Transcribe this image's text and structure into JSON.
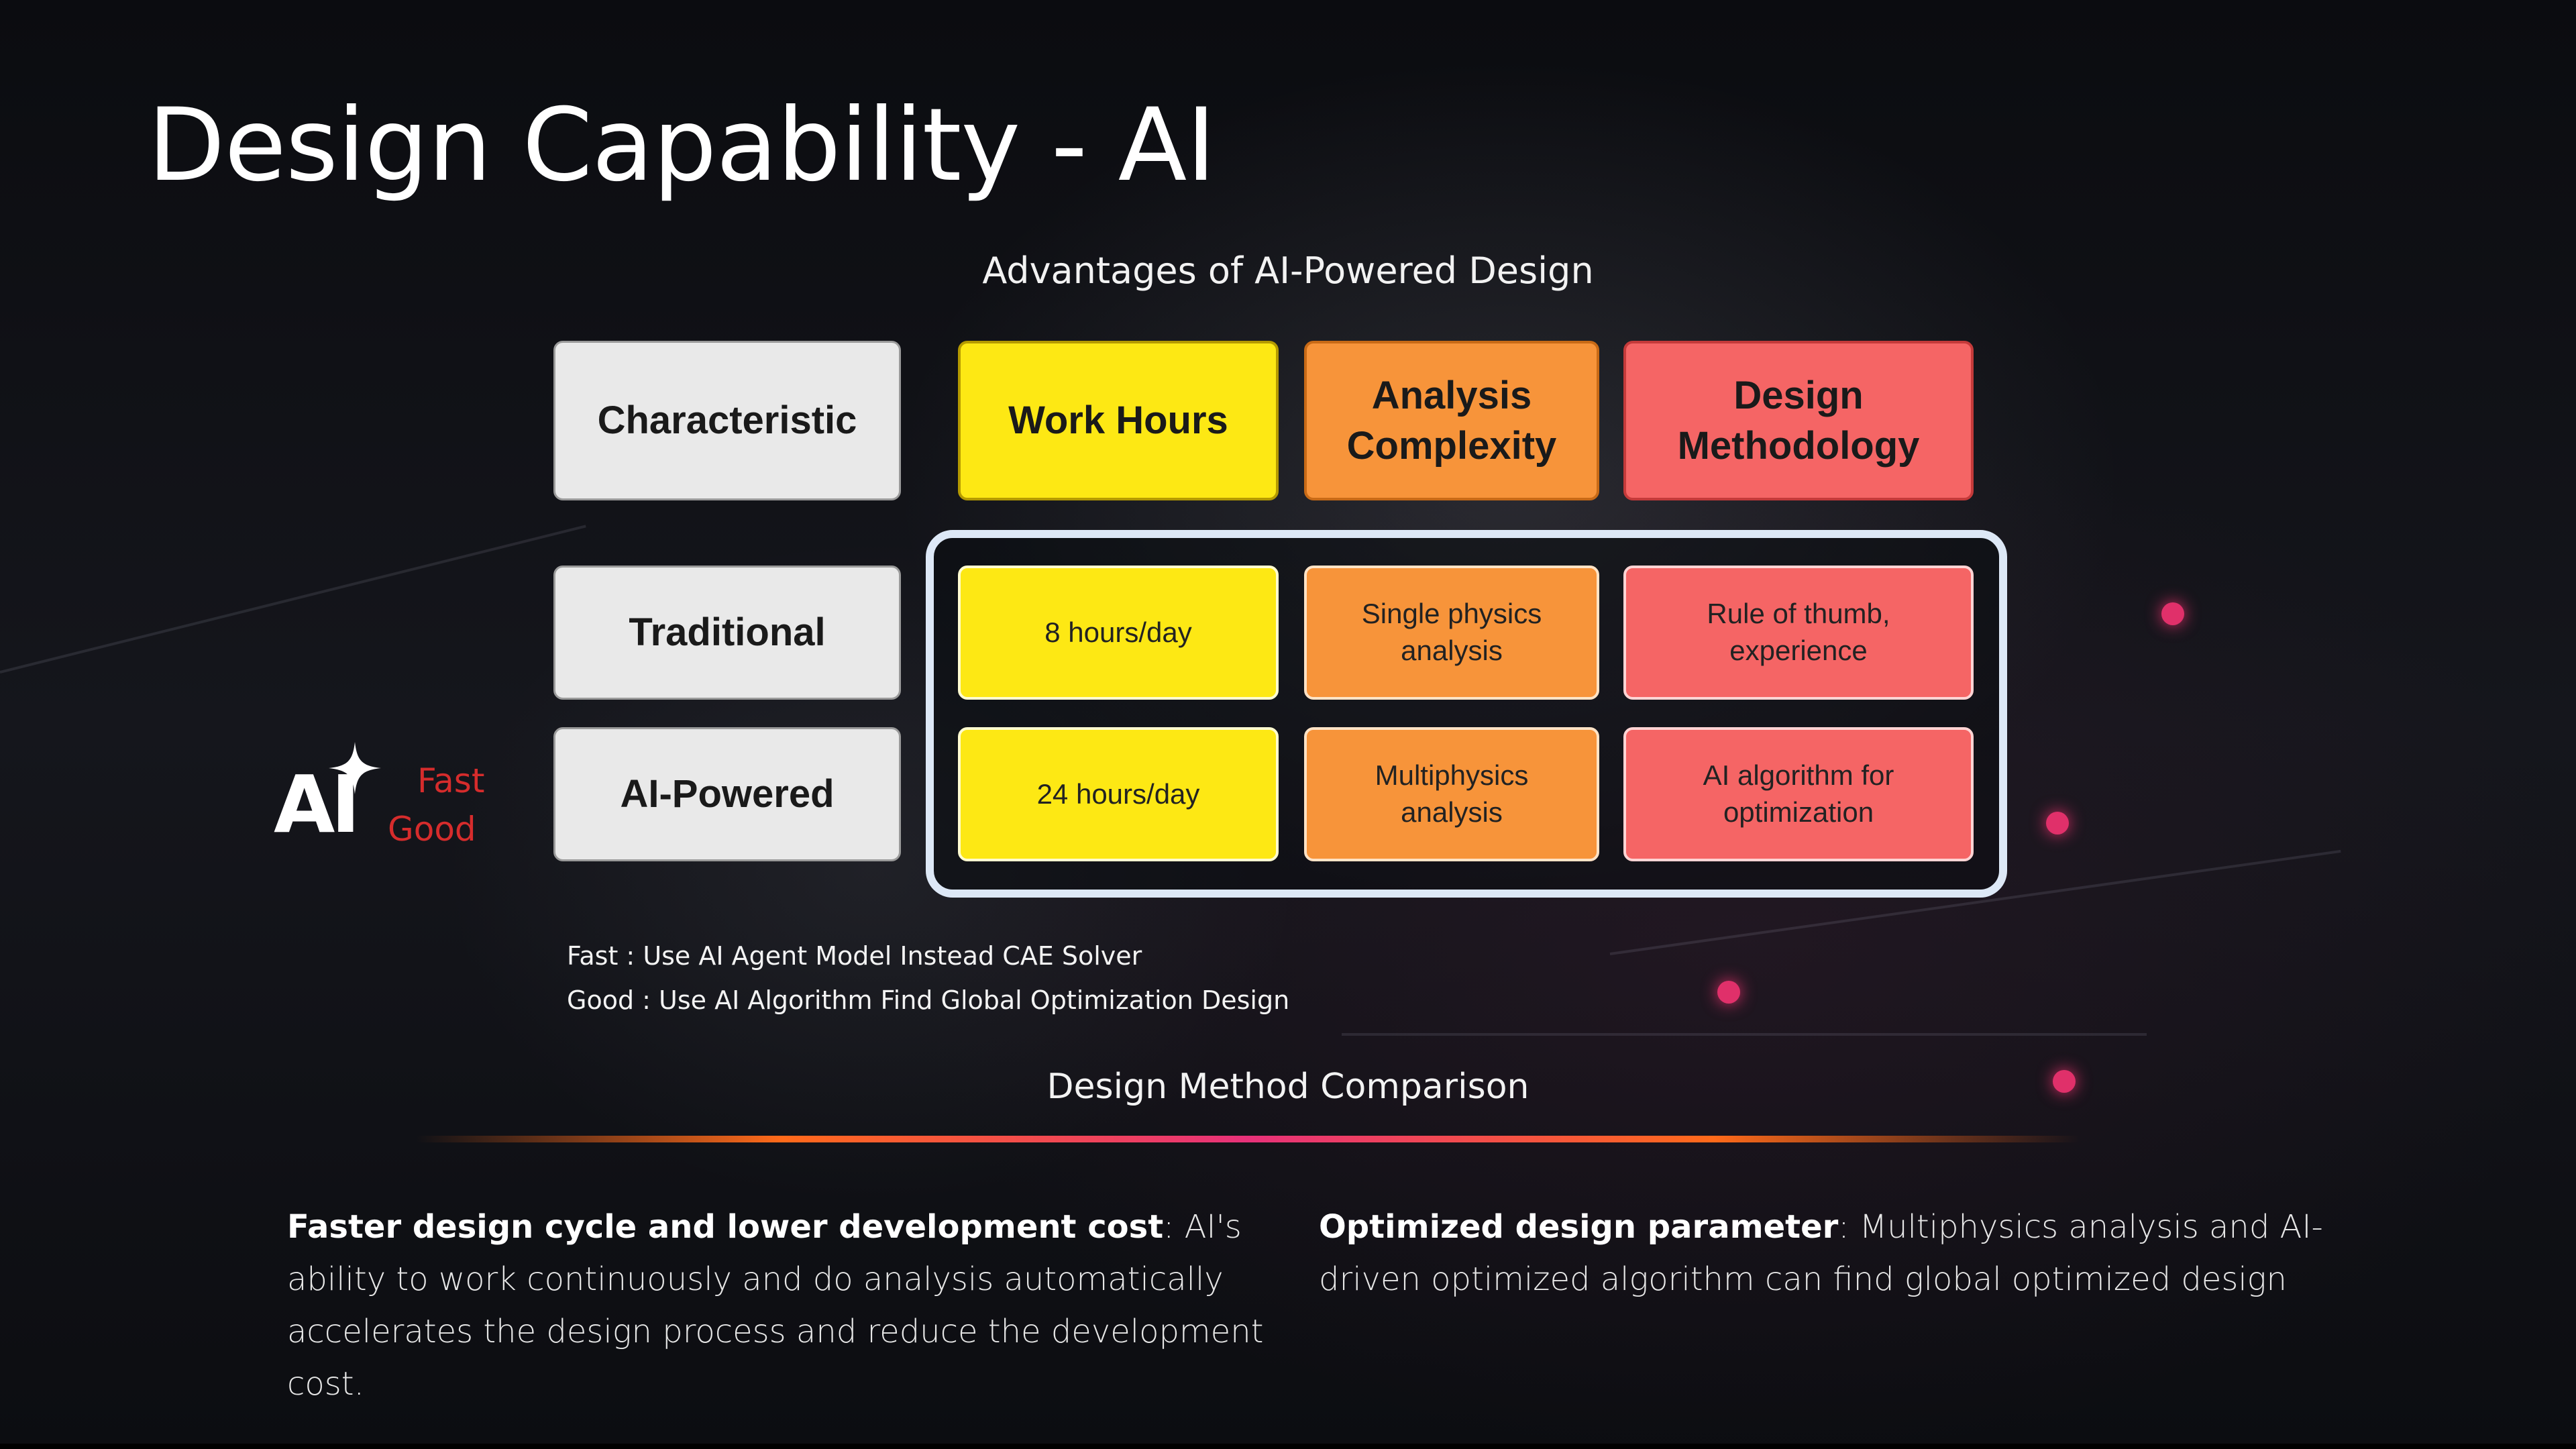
{
  "title": "Design Capability - AI",
  "subtitle": "Advantages of AI-Powered Design",
  "table": {
    "header": {
      "characteristic": "Characteristic",
      "work_hours": "Work Hours",
      "analysis_complexity": "Analysis Complexity",
      "design_methodology": "Design Methodology"
    },
    "rows": [
      {
        "label": "Traditional",
        "work_hours": "8 hours/day",
        "analysis_complexity": "Single physics analysis",
        "design_methodology": "Rule of thumb, experience"
      },
      {
        "label": "AI-Powered",
        "work_hours": "24 hours/day",
        "analysis_complexity": "Multiphysics analysis",
        "design_methodology": "AI algorithm for optimization"
      }
    ]
  },
  "badge": {
    "ai_label": "AI",
    "fast": "Fast",
    "good": "Good"
  },
  "notes": {
    "fast": "Fast : Use AI Agent Model Instead CAE Solver",
    "good": "Good : Use AI Algorithm Find Global Optimization Design"
  },
  "caption": "Design Method Comparison",
  "benefits": [
    {
      "heading": "Faster design cycle and lower development cost",
      "text": ": AI's ability to work continuously and do analysis automatically accelerates the design process and reduce the development cost."
    },
    {
      "heading": "Optimized design parameter",
      "text": ": Multiphysics analysis and AI-driven optimized algorithm can find global optimized design"
    }
  ],
  "colors": {
    "work_hours": "#fde814",
    "analysis_complexity": "#f7943a",
    "design_methodology": "#f56565",
    "characteristic": "#e9e9e9",
    "accent_red": "#d62c2c"
  }
}
